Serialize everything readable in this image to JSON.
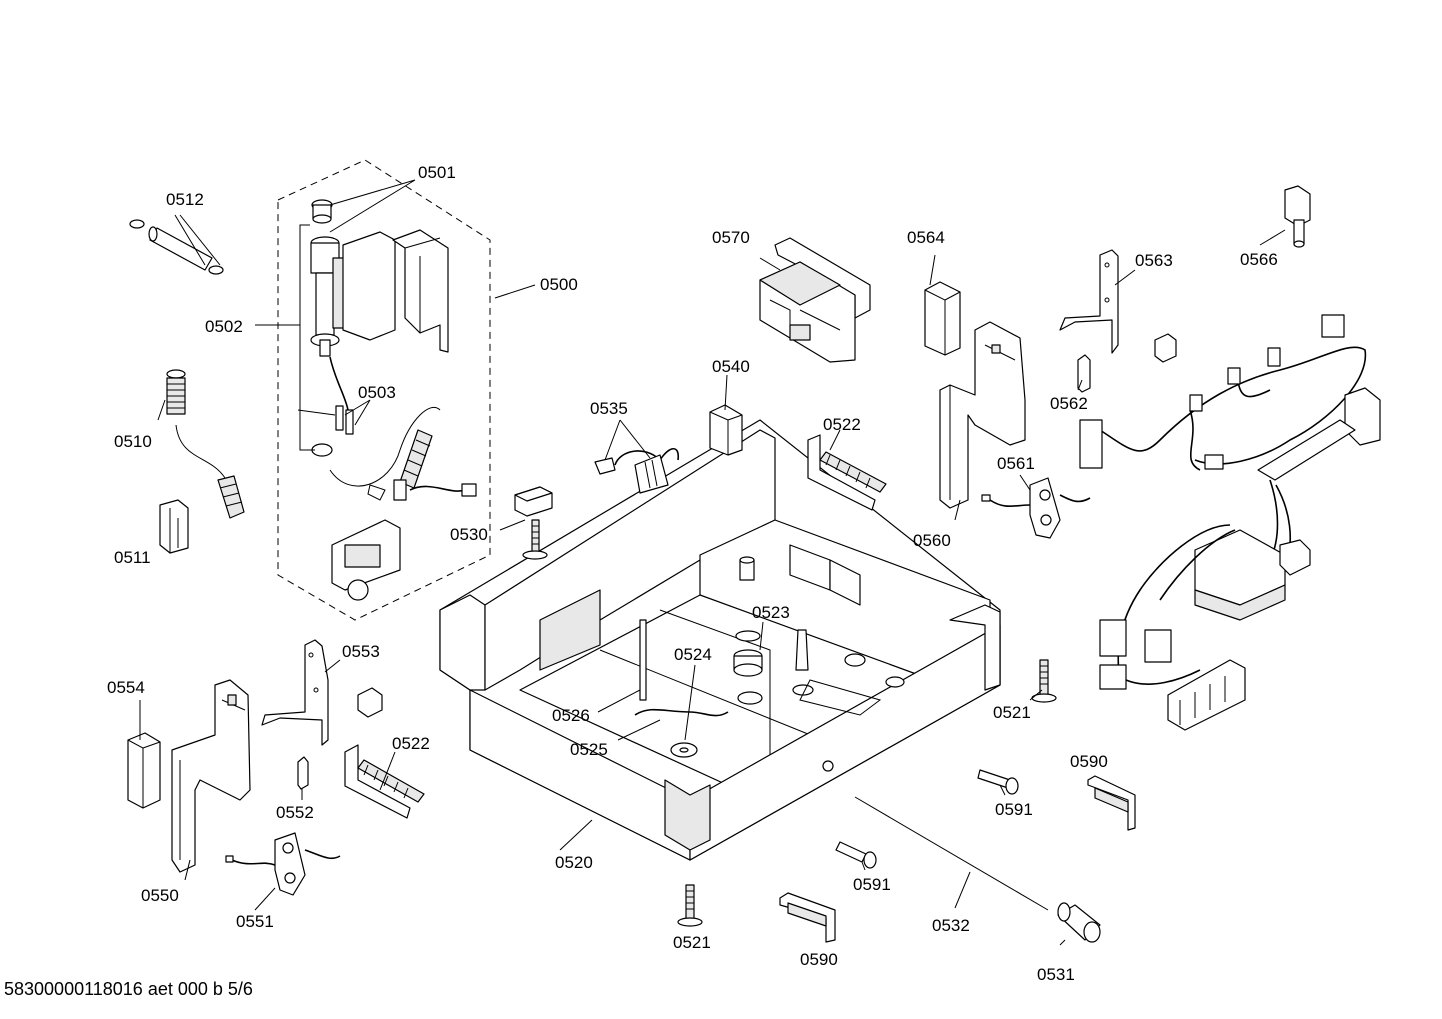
{
  "footer": {
    "doc_id": "58300000118016 aet 000 b 5/6"
  },
  "labels": {
    "p0500": "0500",
    "p0501": "0501",
    "p0502": "0502",
    "p0503": "0503",
    "p0510": "0510",
    "p0511": "0511",
    "p0512": "0512",
    "p0520": "0520",
    "p0521a": "0521",
    "p0521b": "0521",
    "p0522a": "0522",
    "p0522b": "0522",
    "p0523": "0523",
    "p0524": "0524",
    "p0525": "0525",
    "p0526": "0526",
    "p0530": "0530",
    "p0531": "0531",
    "p0532": "0532",
    "p0535": "0535",
    "p0540": "0540",
    "p0550": "0550",
    "p0551": "0551",
    "p0552": "0552",
    "p0553": "0553",
    "p0554": "0554",
    "p0560": "0560",
    "p0561": "0561",
    "p0562": "0562",
    "p0563": "0563",
    "p0564": "0564",
    "p0566": "0566",
    "p0570": "0570",
    "p0590a": "0590",
    "p0590b": "0590",
    "p0591a": "0591",
    "p0591b": "0591"
  }
}
